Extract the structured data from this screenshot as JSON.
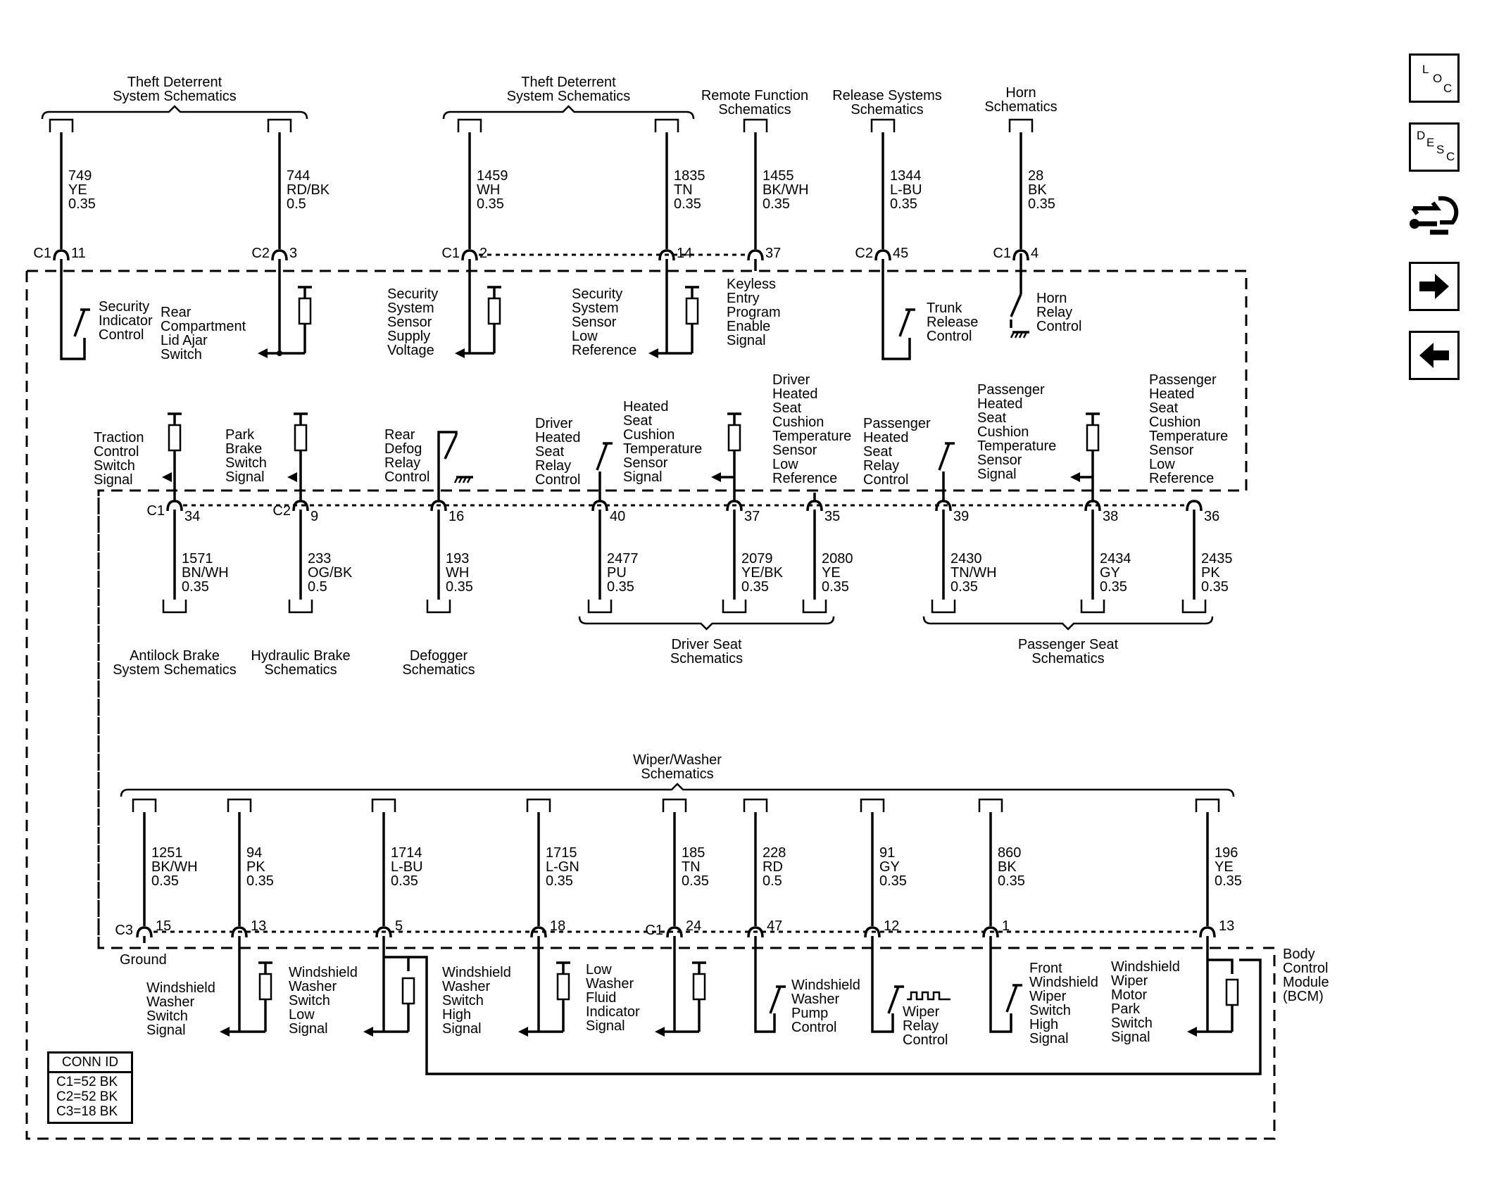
{
  "headers": {
    "theft1": [
      "Theft Deterrent",
      "System Schematics"
    ],
    "theft2": [
      "Theft Deterrent",
      "System Schematics"
    ],
    "remote": [
      "Remote Function",
      "Schematics"
    ],
    "release": [
      "Release Systems",
      "Schematics"
    ],
    "horn": [
      "Horn",
      "Schematics"
    ],
    "abs": [
      "Antilock Brake",
      "System Schematics"
    ],
    "hydraulic": [
      "Hydraulic Brake",
      "Schematics"
    ],
    "defogger": [
      "Defogger",
      "Schematics"
    ],
    "driver_seat": [
      "Driver Seat",
      "Schematics"
    ],
    "passenger_seat": [
      "Passenger Seat",
      "Schematics"
    ],
    "wiper": [
      "Wiper/Washer",
      "Schematics"
    ]
  },
  "top_wires": [
    {
      "circuit": "749",
      "color": "YE",
      "gauge": "0.35",
      "conn": "C1",
      "pin": "11"
    },
    {
      "circuit": "744",
      "color": "RD/BK",
      "gauge": "0.5",
      "conn": "C2",
      "pin": "3"
    },
    {
      "circuit": "1459",
      "color": "WH",
      "gauge": "0.35",
      "conn": "C1",
      "pin": "2"
    },
    {
      "circuit": "1835",
      "color": "TN",
      "gauge": "0.35",
      "conn": "",
      "pin": "14"
    },
    {
      "circuit": "1455",
      "color": "BK/WH",
      "gauge": "0.35",
      "conn": "",
      "pin": "37"
    },
    {
      "circuit": "1344",
      "color": "L-BU",
      "gauge": "0.35",
      "conn": "C2",
      "pin": "45"
    },
    {
      "circuit": "28",
      "color": "BK",
      "gauge": "0.35",
      "conn": "C1",
      "pin": "4"
    }
  ],
  "top_functions": {
    "security_indicator": [
      "Security",
      "Indicator",
      "Control"
    ],
    "rear_compartment": [
      "Rear",
      "Compartment",
      "Lid Ajar",
      "Switch"
    ],
    "sensor_supply": [
      "Security",
      "System",
      "Sensor",
      "Supply",
      "Voltage"
    ],
    "sensor_low": [
      "Security",
      "System",
      "Sensor",
      "Low",
      "Reference"
    ],
    "keyless": [
      "Keyless",
      "Entry",
      "Program",
      "Enable",
      "Signal"
    ],
    "trunk": [
      "Trunk",
      "Release",
      "Control"
    ],
    "horn_relay": [
      "Horn",
      "Relay",
      "Control"
    ]
  },
  "mid_functions": {
    "traction": [
      "Traction",
      "Control",
      "Switch",
      "Signal"
    ],
    "park_brake": [
      "Park",
      "Brake",
      "Switch",
      "Signal"
    ],
    "rear_defog": [
      "Rear",
      "Defog",
      "Relay",
      "Control"
    ],
    "driver_heated_relay": [
      "Driver",
      "Heated",
      "Seat",
      "Relay",
      "Control"
    ],
    "heated_temp_signal": [
      "Heated",
      "Seat",
      "Cushion",
      "Temperature",
      "Sensor",
      "Signal"
    ],
    "driver_temp_low": [
      "Driver",
      "Heated",
      "Seat",
      "Cushion",
      "Temperature",
      "Sensor",
      "Low",
      "Reference"
    ],
    "pass_heated_relay": [
      "Passenger",
      "Heated",
      "Seat",
      "Relay",
      "Control"
    ],
    "pass_temp_signal": [
      "Passenger",
      "Heated",
      "Seat",
      "Cushion",
      "Temperature",
      "Sensor",
      "Signal"
    ],
    "pass_temp_low": [
      "Passenger",
      "Heated",
      "Seat",
      "Cushion",
      "Temperature",
      "Sensor",
      "Low",
      "Reference"
    ]
  },
  "mid_wires": [
    {
      "circuit": "1571",
      "color": "BN/WH",
      "gauge": "0.35",
      "conn": "C1",
      "pin": "34"
    },
    {
      "circuit": "233",
      "color": "OG/BK",
      "gauge": "0.5",
      "conn": "C2",
      "pin": "9"
    },
    {
      "circuit": "193",
      "color": "WH",
      "gauge": "0.35",
      "conn": "",
      "pin": "16"
    },
    {
      "circuit": "2477",
      "color": "PU",
      "gauge": "0.35",
      "conn": "",
      "pin": "40"
    },
    {
      "circuit": "2079",
      "color": "YE/BK",
      "gauge": "0.35",
      "conn": "",
      "pin": "37"
    },
    {
      "circuit": "2080",
      "color": "YE",
      "gauge": "0.35",
      "conn": "",
      "pin": "35"
    },
    {
      "circuit": "2430",
      "color": "TN/WH",
      "gauge": "0.35",
      "conn": "",
      "pin": "39"
    },
    {
      "circuit": "2434",
      "color": "GY",
      "gauge": "0.35",
      "conn": "",
      "pin": "38"
    },
    {
      "circuit": "2435",
      "color": "PK",
      "gauge": "0.35",
      "conn": "",
      "pin": "36"
    }
  ],
  "bottom_wires": [
    {
      "circuit": "1251",
      "color": "BK/WH",
      "gauge": "0.35",
      "conn": "C3",
      "pin": "15"
    },
    {
      "circuit": "94",
      "color": "PK",
      "gauge": "0.35",
      "conn": "",
      "pin": "13"
    },
    {
      "circuit": "1714",
      "color": "L-BU",
      "gauge": "0.35",
      "conn": "",
      "pin": "5"
    },
    {
      "circuit": "1715",
      "color": "L-GN",
      "gauge": "0.35",
      "conn": "",
      "pin": "18"
    },
    {
      "circuit": "185",
      "color": "TN",
      "gauge": "0.35",
      "conn": "C1",
      "pin": "24"
    },
    {
      "circuit": "228",
      "color": "RD",
      "gauge": "0.5",
      "conn": "",
      "pin": "47"
    },
    {
      "circuit": "91",
      "color": "GY",
      "gauge": "0.35",
      "conn": "",
      "pin": "12"
    },
    {
      "circuit": "860",
      "color": "BK",
      "gauge": "0.35",
      "conn": "",
      "pin": "1"
    },
    {
      "circuit": "196",
      "color": "YE",
      "gauge": "0.35",
      "conn": "",
      "pin": "13"
    }
  ],
  "bottom_functions": {
    "ground": [
      "Ground"
    ],
    "washer_switch": [
      "Windshield",
      "Washer",
      "Switch",
      "Signal"
    ],
    "washer_low": [
      "Windshield",
      "Washer",
      "Switch",
      "Low",
      "Signal"
    ],
    "washer_high": [
      "Windshield",
      "Washer",
      "Switch",
      "High",
      "Signal"
    ],
    "low_fluid": [
      "Low",
      "Washer",
      "Fluid",
      "Indicator",
      "Signal"
    ],
    "pump": [
      "Windshield",
      "Washer",
      "Pump",
      "Control"
    ],
    "wiper_relay": [
      "Wiper",
      "Relay",
      "Control"
    ],
    "front_high": [
      "Front",
      "Windshield",
      "Wiper",
      "Switch",
      "High",
      "Signal"
    ],
    "park_switch": [
      "Windshield",
      "Wiper",
      "Motor",
      "Park",
      "Switch",
      "Signal"
    ]
  },
  "module": [
    "Body",
    "Control",
    "Module",
    "(BCM)"
  ],
  "conn_id": {
    "title": "CONN ID",
    "lines": [
      "C1=52 BK",
      "C2=52 BK",
      "C3=18 BK"
    ]
  },
  "nav": {
    "loc": [
      "L",
      "O",
      "C"
    ],
    "desc": [
      "D",
      "E",
      "S",
      "C"
    ]
  }
}
